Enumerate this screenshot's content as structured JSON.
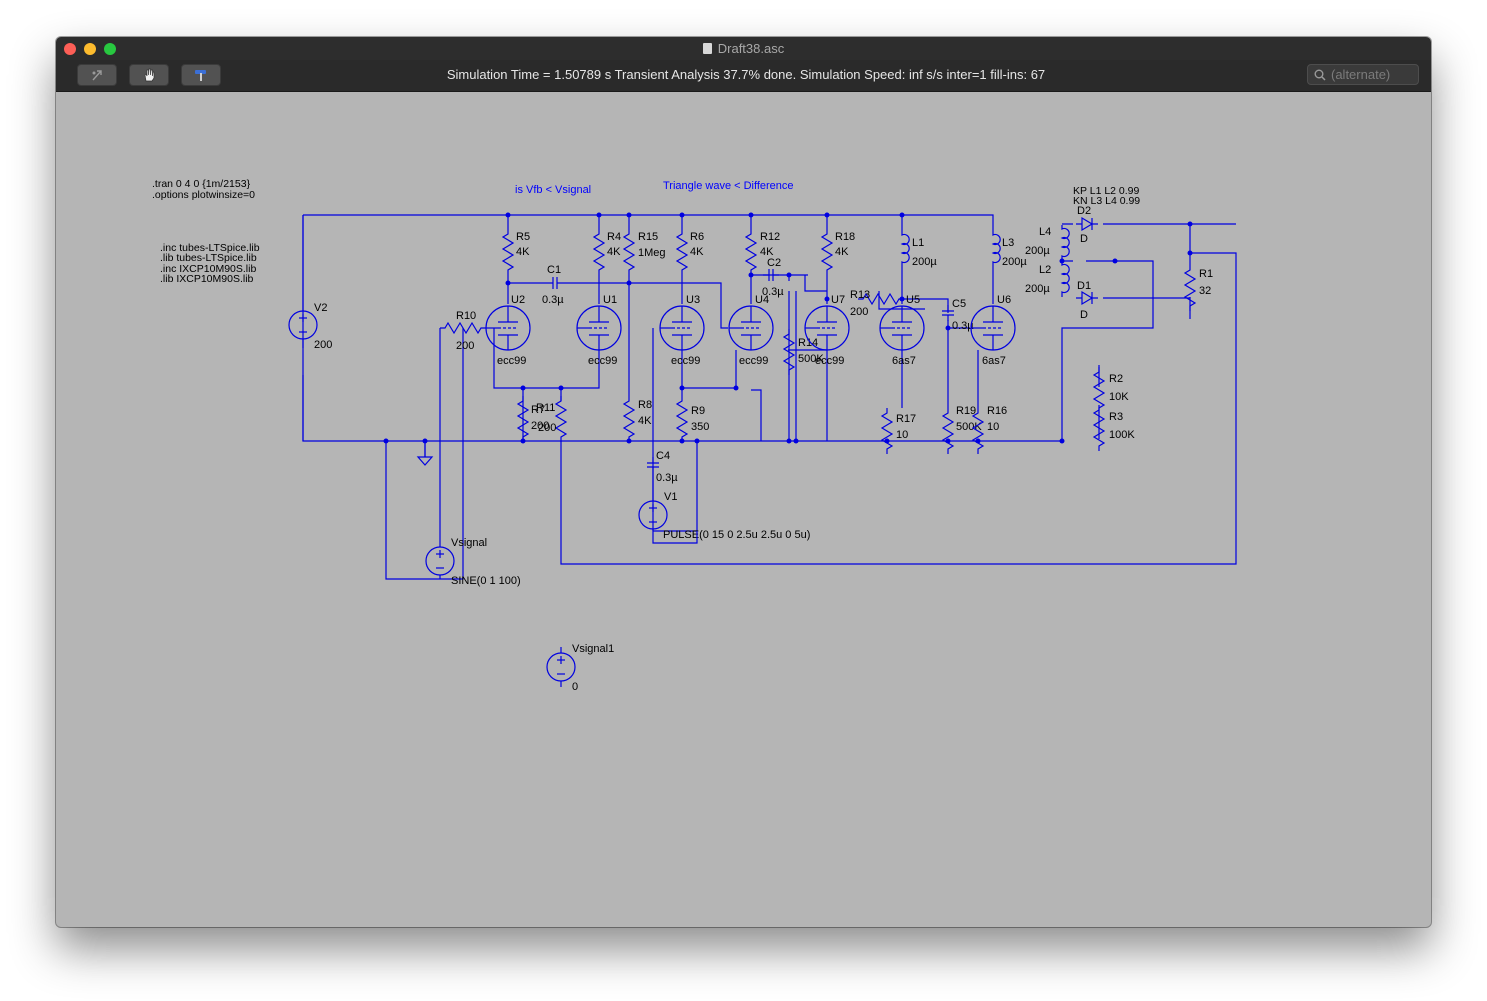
{
  "window": {
    "title": "Draft38.asc"
  },
  "toolbar": {
    "status": "Simulation Time = 1.50789 s  Transient Analysis 37.7% done. Simulation Speed: inf s/s inter=1 fill-ins: 67",
    "search_placeholder": "(alternate)",
    "buttons": [
      "halt-icon",
      "hand-icon",
      "hammer-icon"
    ]
  },
  "colors": {
    "wire": "#0000e0",
    "comment": "#0000ff",
    "canvas": "#b5b5b5"
  },
  "schematic": {
    "directives": {
      "tran": ".tran 0 4 0 {1m/2153}",
      "options": ".options plotwinsize=0",
      "inc1": ".inc tubes-LTSpice.lib",
      "lib1": ".lib tubes-LTSpice.lib",
      "inc2": ".inc IXCP10M90S.lib",
      "lib2": ".lib IXCP10M90S.lib",
      "kp": "KP L1 L2 0.99",
      "kn": "KN L3 L4 0.99"
    },
    "comments": {
      "vfb": "is Vfb < Vsignal",
      "tri": "Triangle wave < Difference"
    },
    "resistors": {
      "R1": [
        "R1",
        "32"
      ],
      "R2": [
        "R2",
        "10K"
      ],
      "R3": [
        "R3",
        "100K"
      ],
      "R4": [
        "R4",
        "4K"
      ],
      "R5": [
        "R5",
        "4K"
      ],
      "R6": [
        "R6",
        "4K"
      ],
      "R7": [
        "R7",
        "200"
      ],
      "R8": [
        "R8",
        "4K"
      ],
      "R9": [
        "R9",
        "350"
      ],
      "R10": [
        "R10",
        "200"
      ],
      "R11": [
        "R11",
        "200"
      ],
      "R12": [
        "R12",
        "4K"
      ],
      "R13": [
        "R13",
        "200"
      ],
      "R14": [
        "R14",
        "500K"
      ],
      "R15": [
        "R15",
        "1Meg"
      ],
      "R16": [
        "R16",
        "10"
      ],
      "R17": [
        "R17",
        "10"
      ],
      "R18": [
        "R18",
        "4K"
      ],
      "R19": [
        "R19",
        "500K"
      ]
    },
    "capacitors": {
      "C1": [
        "C1",
        "0.3µ"
      ],
      "C2": [
        "C2",
        "0.3µ"
      ],
      "C4": [
        "C4",
        "0.3µ"
      ],
      "C5": [
        "C5",
        "0.3µ"
      ]
    },
    "tubes": {
      "U1": [
        "U1",
        "ecc99"
      ],
      "U2": [
        "U2",
        "ecc99"
      ],
      "U3": [
        "U3",
        "ecc99"
      ],
      "U4": [
        "U4",
        "ecc99"
      ],
      "U7": [
        "U7",
        "ecc99"
      ],
      "U5": [
        "U5",
        "6as7"
      ],
      "U6": [
        "U6",
        "6as7"
      ]
    },
    "inductors": {
      "L1": [
        "L1",
        "200µ"
      ],
      "L2": [
        "L2",
        "200µ"
      ],
      "L3": [
        "L3",
        "200µ"
      ],
      "L4": [
        "L4",
        "200µ"
      ]
    },
    "diodes": {
      "D1": [
        "D1",
        "D"
      ],
      "D2": [
        "D2",
        "D"
      ]
    },
    "sources": {
      "V1": [
        "V1",
        "PULSE(0 15 0 2.5u 2.5u 0 5u)"
      ],
      "V2": [
        "V2",
        "200"
      ],
      "Vsignal": [
        "Vsignal",
        "SINE(0 1 100)"
      ],
      "Vsignal1": [
        "Vsignal1",
        "0"
      ]
    }
  }
}
